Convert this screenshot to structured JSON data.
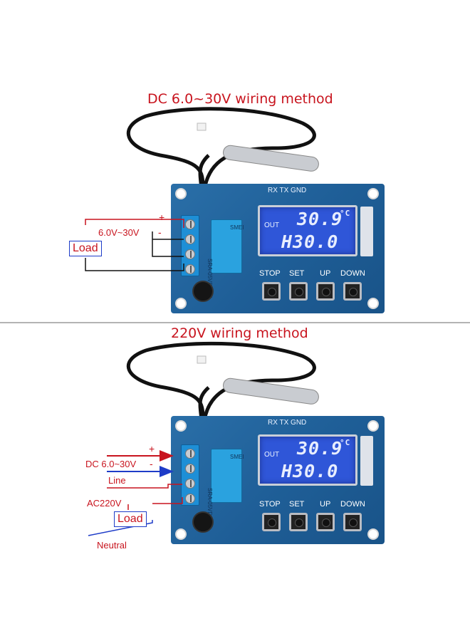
{
  "top": {
    "title": "DC 6.0~30V wiring method",
    "plus": "+",
    "minus": "-",
    "voltage": "6.0V~30V",
    "load": "Load"
  },
  "bottom": {
    "title": "220V wiring method",
    "plus": "+",
    "minus": "-",
    "dc": "DC 6.0~30V",
    "line": "Line",
    "ac": "AC220V",
    "load": "Load",
    "neutral": "Neutral"
  },
  "board": {
    "header": "RX TX GND",
    "out": "OUT",
    "temp": "30.9",
    "unit": "°C",
    "setpoint": "H30.0",
    "relay_brand": "SMEI",
    "relay_model": "SRA-05VDC-CL",
    "buttons": [
      "STOP",
      "SET",
      "UP",
      "DOWN"
    ]
  },
  "colors": {
    "label_red": "#c8141e",
    "wire_blue": "#1e3cc8",
    "pcb_blue": "#1f5f98",
    "lcd_blue": "#2f56d8"
  }
}
